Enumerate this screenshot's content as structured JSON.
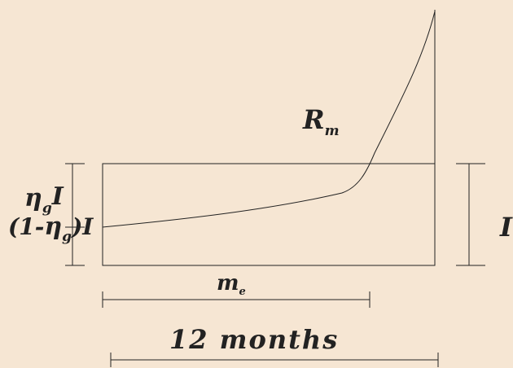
{
  "labels": {
    "curve": "R",
    "curve_sub": "m",
    "eta_g_I_eta": "η",
    "eta_g_I_sub": "g",
    "eta_g_I_I": "I",
    "one_minus_prefix": "(1-",
    "one_minus_eta": "η",
    "one_minus_sub": "g",
    "one_minus_suffix": ")I",
    "total_I": "I",
    "me": "m",
    "me_sub": "e",
    "months": "12 months"
  },
  "colors": {
    "background": "#f6e6d3",
    "ink": "#222222"
  }
}
